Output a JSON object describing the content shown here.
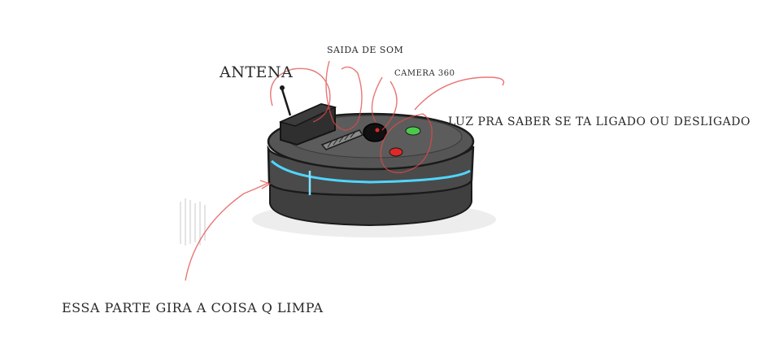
{
  "labels": {
    "antenna": "ANTENA",
    "sound_output": "SAIDA DE SOM",
    "camera": "CAMERA 360",
    "power_light": "LUZ PRA SABER SE TA LIGADO OU DESLIGADO",
    "rotating_part": "ESSA PARTE GIRA A COISA Q LIMPA"
  },
  "colors": {
    "body": "#4a4a4a",
    "outline": "#1e1e1e",
    "glow_ring": "#4fd6ff",
    "status_green": "#4cc94c",
    "status_red": "#e02828",
    "annotation_red": "#e24a4a"
  }
}
